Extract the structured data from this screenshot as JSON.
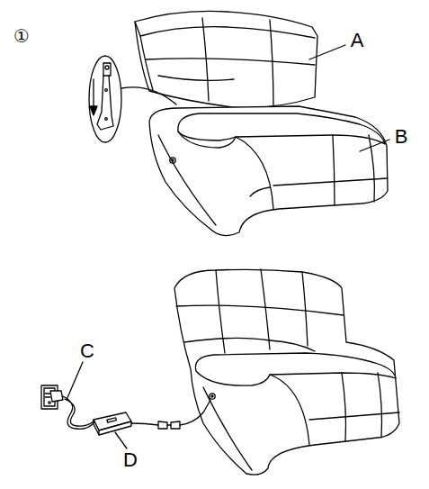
{
  "diagram": {
    "labels": [
      "①",
      "A",
      "B",
      "C",
      "D"
    ]
  }
}
